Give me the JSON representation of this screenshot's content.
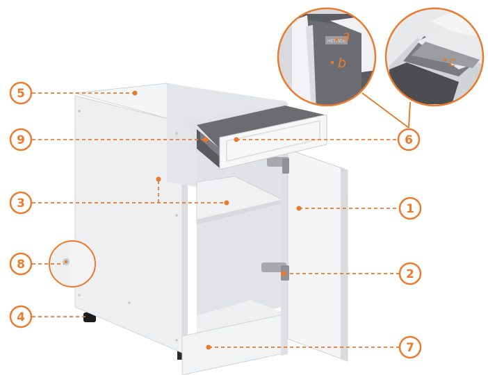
{
  "callouts": [
    {
      "id": "1",
      "label": "1"
    },
    {
      "id": "2",
      "label": "2"
    },
    {
      "id": "3",
      "label": "3"
    },
    {
      "id": "4",
      "label": "4"
    },
    {
      "id": "5",
      "label": "5"
    },
    {
      "id": "6",
      "label": "6"
    },
    {
      "id": "7",
      "label": "7"
    },
    {
      "id": "8",
      "label": "8"
    },
    {
      "id": "9",
      "label": "9"
    }
  ],
  "detail_labels": {
    "a": "a",
    "b": "b",
    "c": "c"
  },
  "drawer_side_stamp": "HETTICH",
  "colors": {
    "accent": "#ea7a2c",
    "panel_white": "#f2f2f3",
    "panel_shadow": "#d6d7da",
    "interior_gray": "#6d6e72",
    "leg_dark": "#2a2a2a"
  }
}
